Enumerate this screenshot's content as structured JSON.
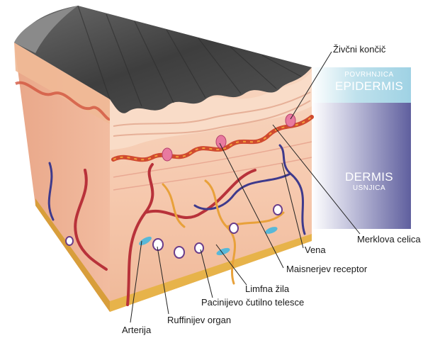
{
  "labels": {
    "nerve_ending": "Živčni končič",
    "merkel_cell": "Merklova celica",
    "vein": "Vena",
    "meissner_receptor": "Maisnerjev receptor",
    "lymph_vessel": "Limfna žila",
    "pacinian_corpuscle": "Pacinijevo čutilno telesce",
    "artery": "Arterija",
    "ruffini_organ": "Ruffinijev organ"
  },
  "layers": {
    "epidermis": {
      "subtitle": "POVRHNJICA",
      "title": "EPIDERMIS"
    },
    "dermis": {
      "title": "DERMIS",
      "subtitle": "USNJICA"
    }
  },
  "colors": {
    "epidermis_band": "#a7d7e6",
    "dermis_band": "#6b6ba6",
    "skin_surface": "#4a4a4a",
    "tissue": "#f5c7ad",
    "artery": "#b8323a",
    "vein": "#3e3a8c",
    "lymph": "#e8a13a"
  }
}
